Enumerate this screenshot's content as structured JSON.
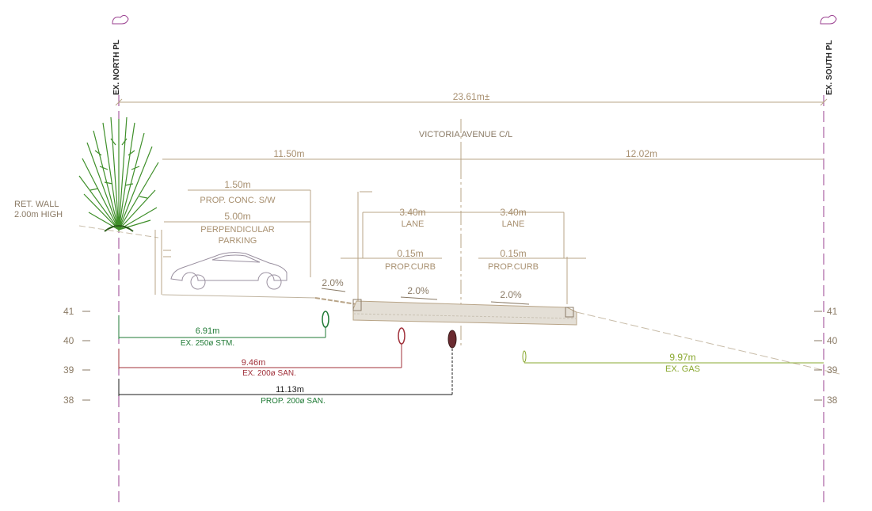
{
  "property_lines": {
    "north_label": "EX. NORTH PL",
    "south_label": "EX. SOUTH PL"
  },
  "dimensions": {
    "total_width": "23.61m±",
    "centerline": "VICTORIA AVENUE C/L",
    "north_half": "11.50m",
    "south_half": "12.02m"
  },
  "ret_wall": {
    "line1": "RET. WALL",
    "line2": "2.00m HIGH"
  },
  "sidewalk": {
    "width": "1.50m",
    "label": "PROP. CONC. S/W"
  },
  "parking": {
    "width": "5.00m",
    "line1": "PERPENDICULAR",
    "line2": "PARKING"
  },
  "lanes": {
    "north_width": "3.40m",
    "north_label": "LANE",
    "south_width": "3.40m",
    "south_label": "LANE"
  },
  "curbs": {
    "north_width": "0.15m",
    "north_label": "PROP.CURB",
    "south_width": "0.15m",
    "south_label": "PROP.CURB"
  },
  "slopes": {
    "boulevard": "2.0%",
    "lane_north": "2.0%",
    "lane_south": "2.0%"
  },
  "elevations": {
    "left": [
      "41",
      "40",
      "39",
      "38"
    ],
    "right": [
      "41",
      "40",
      "39",
      "38"
    ]
  },
  "utilities": {
    "storm": {
      "offset": "6.91m",
      "label": "EX. 250ø STM."
    },
    "san_ex": {
      "offset": "9.46m",
      "label": "EX. 200ø SAN."
    },
    "san_prop": {
      "offset": "11.13m",
      "label": "PROP. 200ø SAN."
    },
    "gas": {
      "offset": "9.97m",
      "label": "EX. GAS"
    }
  },
  "colors": {
    "dimension": "#b8a487",
    "property_line": "#9a3f8f",
    "tree": "#3f8f2a",
    "storm": "#1f7a35",
    "san_ex": "#a0303a",
    "san_prop": "#1a1a1a",
    "gas": "#8aa830",
    "elevation": "#8a7a65",
    "car": "#9a90a0",
    "road": "#c9c2b4"
  }
}
